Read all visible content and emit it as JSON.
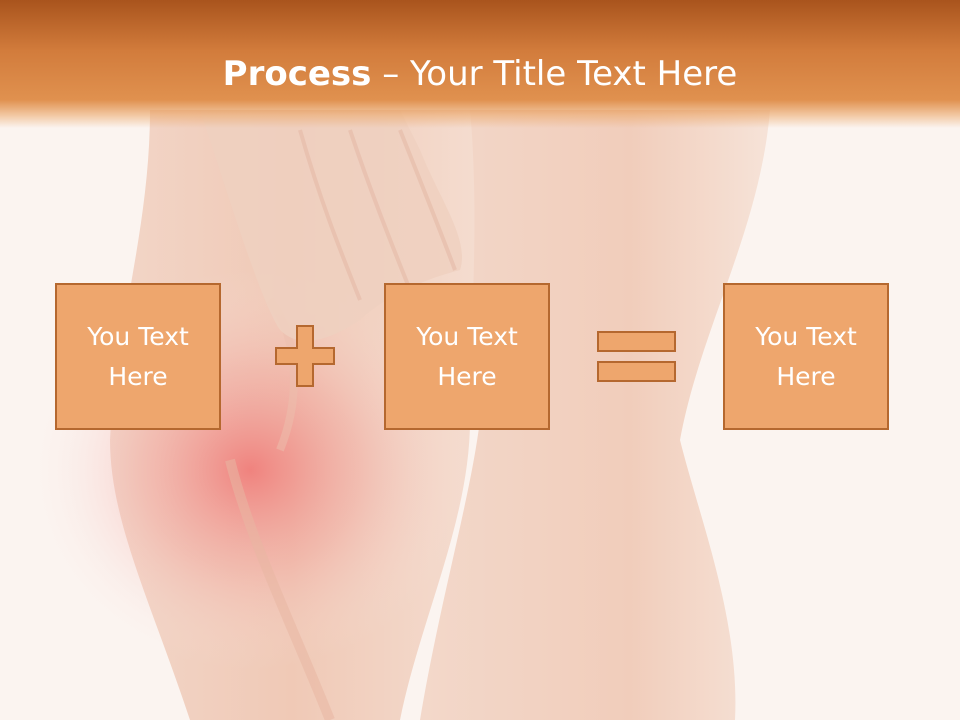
{
  "slide": {
    "title_bold": "Process",
    "title_dash": " – ",
    "title_rest": "Your Title Text Here"
  },
  "boxes": [
    {
      "line1": "You Text",
      "line2": "Here"
    },
    {
      "line1": "You Text",
      "line2": "Here"
    },
    {
      "line1": "You Text",
      "line2": "Here"
    }
  ],
  "operators": [
    "plus-icon",
    "equals-icon"
  ],
  "colors": {
    "header_dark": "#a9541d",
    "header_light": "#e0914f",
    "box_fill": "#eea66d",
    "box_border": "#b5682f",
    "text": "#ffffff"
  }
}
